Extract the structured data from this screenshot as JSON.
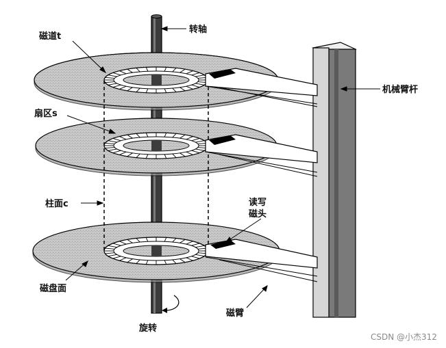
{
  "labels": {
    "spindle": "转轴",
    "track": "磁道t",
    "sector": "扇区s",
    "cylinder": "柱面c",
    "surface": "磁盘面",
    "rotation": "旋转",
    "actuator": "机械臂杆",
    "head_line1": "读写",
    "head_line2": "磁头",
    "arm": "磁臂"
  },
  "watermark": "CSDN @小杰312",
  "colors": {
    "platter": "#c4c4c4",
    "platter_edge": "#000000",
    "actuator_front": "#d6d6d6",
    "actuator_side": "#7a7a7a",
    "arm_fill": "#ffffff",
    "head": "#000000"
  }
}
